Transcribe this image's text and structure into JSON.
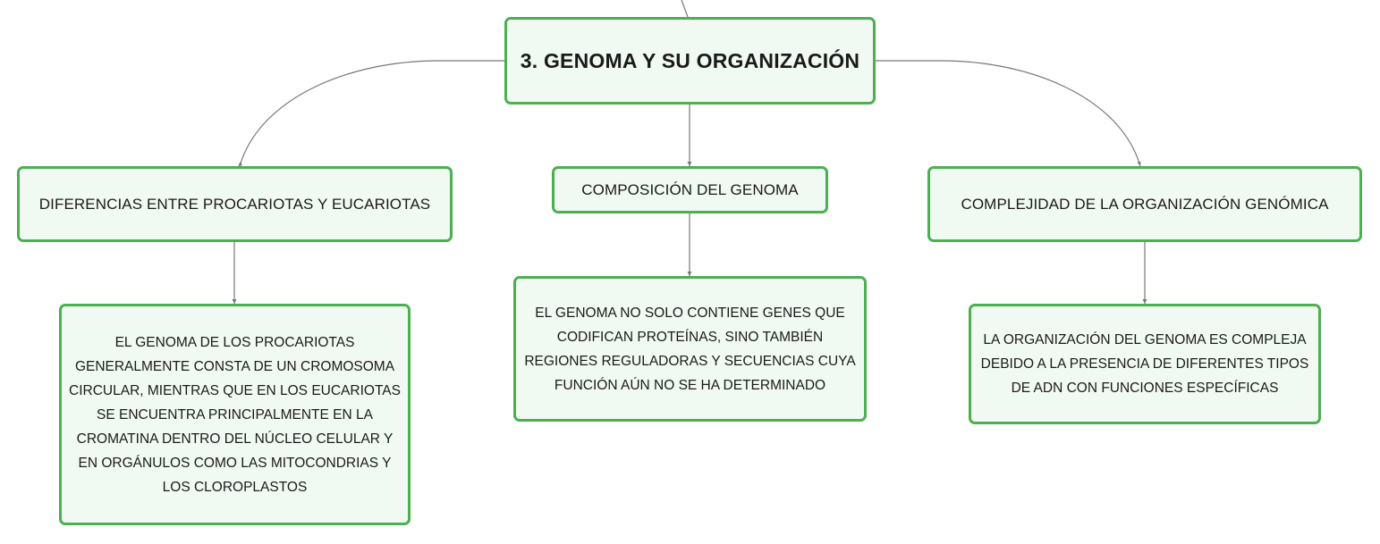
{
  "colors": {
    "node_border": "#4caf50",
    "node_fill": "#f1faf2",
    "connector": "#777777",
    "text": "#1a1a1a"
  },
  "root": {
    "label": "3. GENOMA Y SU ORGANIZACIÓN"
  },
  "branches": [
    {
      "label": "DIFERENCIAS ENTRE PROCARIOTAS Y EUCARIOTAS",
      "detail": "EL GENOMA DE LOS PROCARIOTAS GENERALMENTE CONSTA DE UN CROMOSOMA CIRCULAR, MIENTRAS QUE EN LOS EUCARIOTAS SE ENCUENTRA PRINCIPALMENTE EN LA CROMATINA DENTRO DEL NÚCLEO CELULAR Y EN ORGÁNULOS COMO LAS MITOCONDRIAS Y LOS CLOROPLASTOS"
    },
    {
      "label": "COMPOSICIÓN DEL GENOMA",
      "detail": "EL GENOMA NO SOLO CONTIENE GENES QUE CODIFICAN PROTEÍNAS, SINO TAMBIÉN REGIONES REGULADORAS Y SECUENCIAS CUYA FUNCIÓN AÚN NO SE HA DETERMINADO"
    },
    {
      "label": "COMPLEJIDAD DE LA ORGANIZACIÓN GENÓMICA",
      "detail": "LA ORGANIZACIÓN DEL GENOMA ES COMPLEJA DEBIDO A LA PRESENCIA DE DIFERENTES TIPOS DE ADN CON FUNCIONES ESPECÍFICAS"
    }
  ]
}
